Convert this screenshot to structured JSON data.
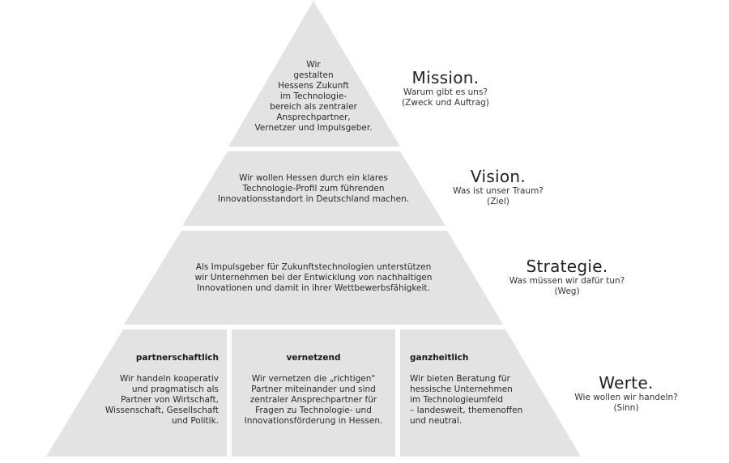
{
  "colors": {
    "tier_fill": "#e3e3e3",
    "background": "#ffffff"
  },
  "mission": {
    "text": "Wir\ngestalten\nHessens Zukunft\nim Technologie-\nbereich als zentraler\nAnsprechpartner,\nVernetzer und Impulsgeber.",
    "label": "Mission.",
    "question": "Warum gibt es uns?\n(Zweck und Auftrag)"
  },
  "vision": {
    "text": "Wir wollen Hessen durch ein klares\nTechnologie-Profil zum führenden\nInnovationsstandort in Deutschland machen.",
    "label": "Vision.",
    "question": "Was ist unser Traum?\n(Ziel)"
  },
  "strategie": {
    "text": "Als Impulsgeber für Zukunftstechnologien unterstützen\nwir Unternehmen bei der Entwicklung von nachhaltigen\nInnovationen und damit in ihrer Wettbewerbsfähigkeit.",
    "label": "Strategie.",
    "question": "Was müssen wir dafür tun?\n(Weg)"
  },
  "werte": {
    "label": "Werte.",
    "question": "Wie wollen wir handeln?\n(Sinn)",
    "items": [
      {
        "title": "partnerschaftlich",
        "text": "Wir handeln kooperativ\nund pragmatisch als\nPartner von Wirtschaft,\nWissenschaft, Gesellschaft\nund Politik."
      },
      {
        "title": "vernetzend",
        "text": "Wir vernetzen die „richtigen\"\nPartner miteinander und sind\nzentraler Ansprechpartner für\nFragen zu Technologie- und\nInnovationsförderung in Hessen."
      },
      {
        "title": "ganzheitlich",
        "text": "Wir bieten Beratung für\nhessische Unternehmen\nim Technologieumfeld\n– landesweit, themenoffen\nund neutral."
      }
    ]
  }
}
